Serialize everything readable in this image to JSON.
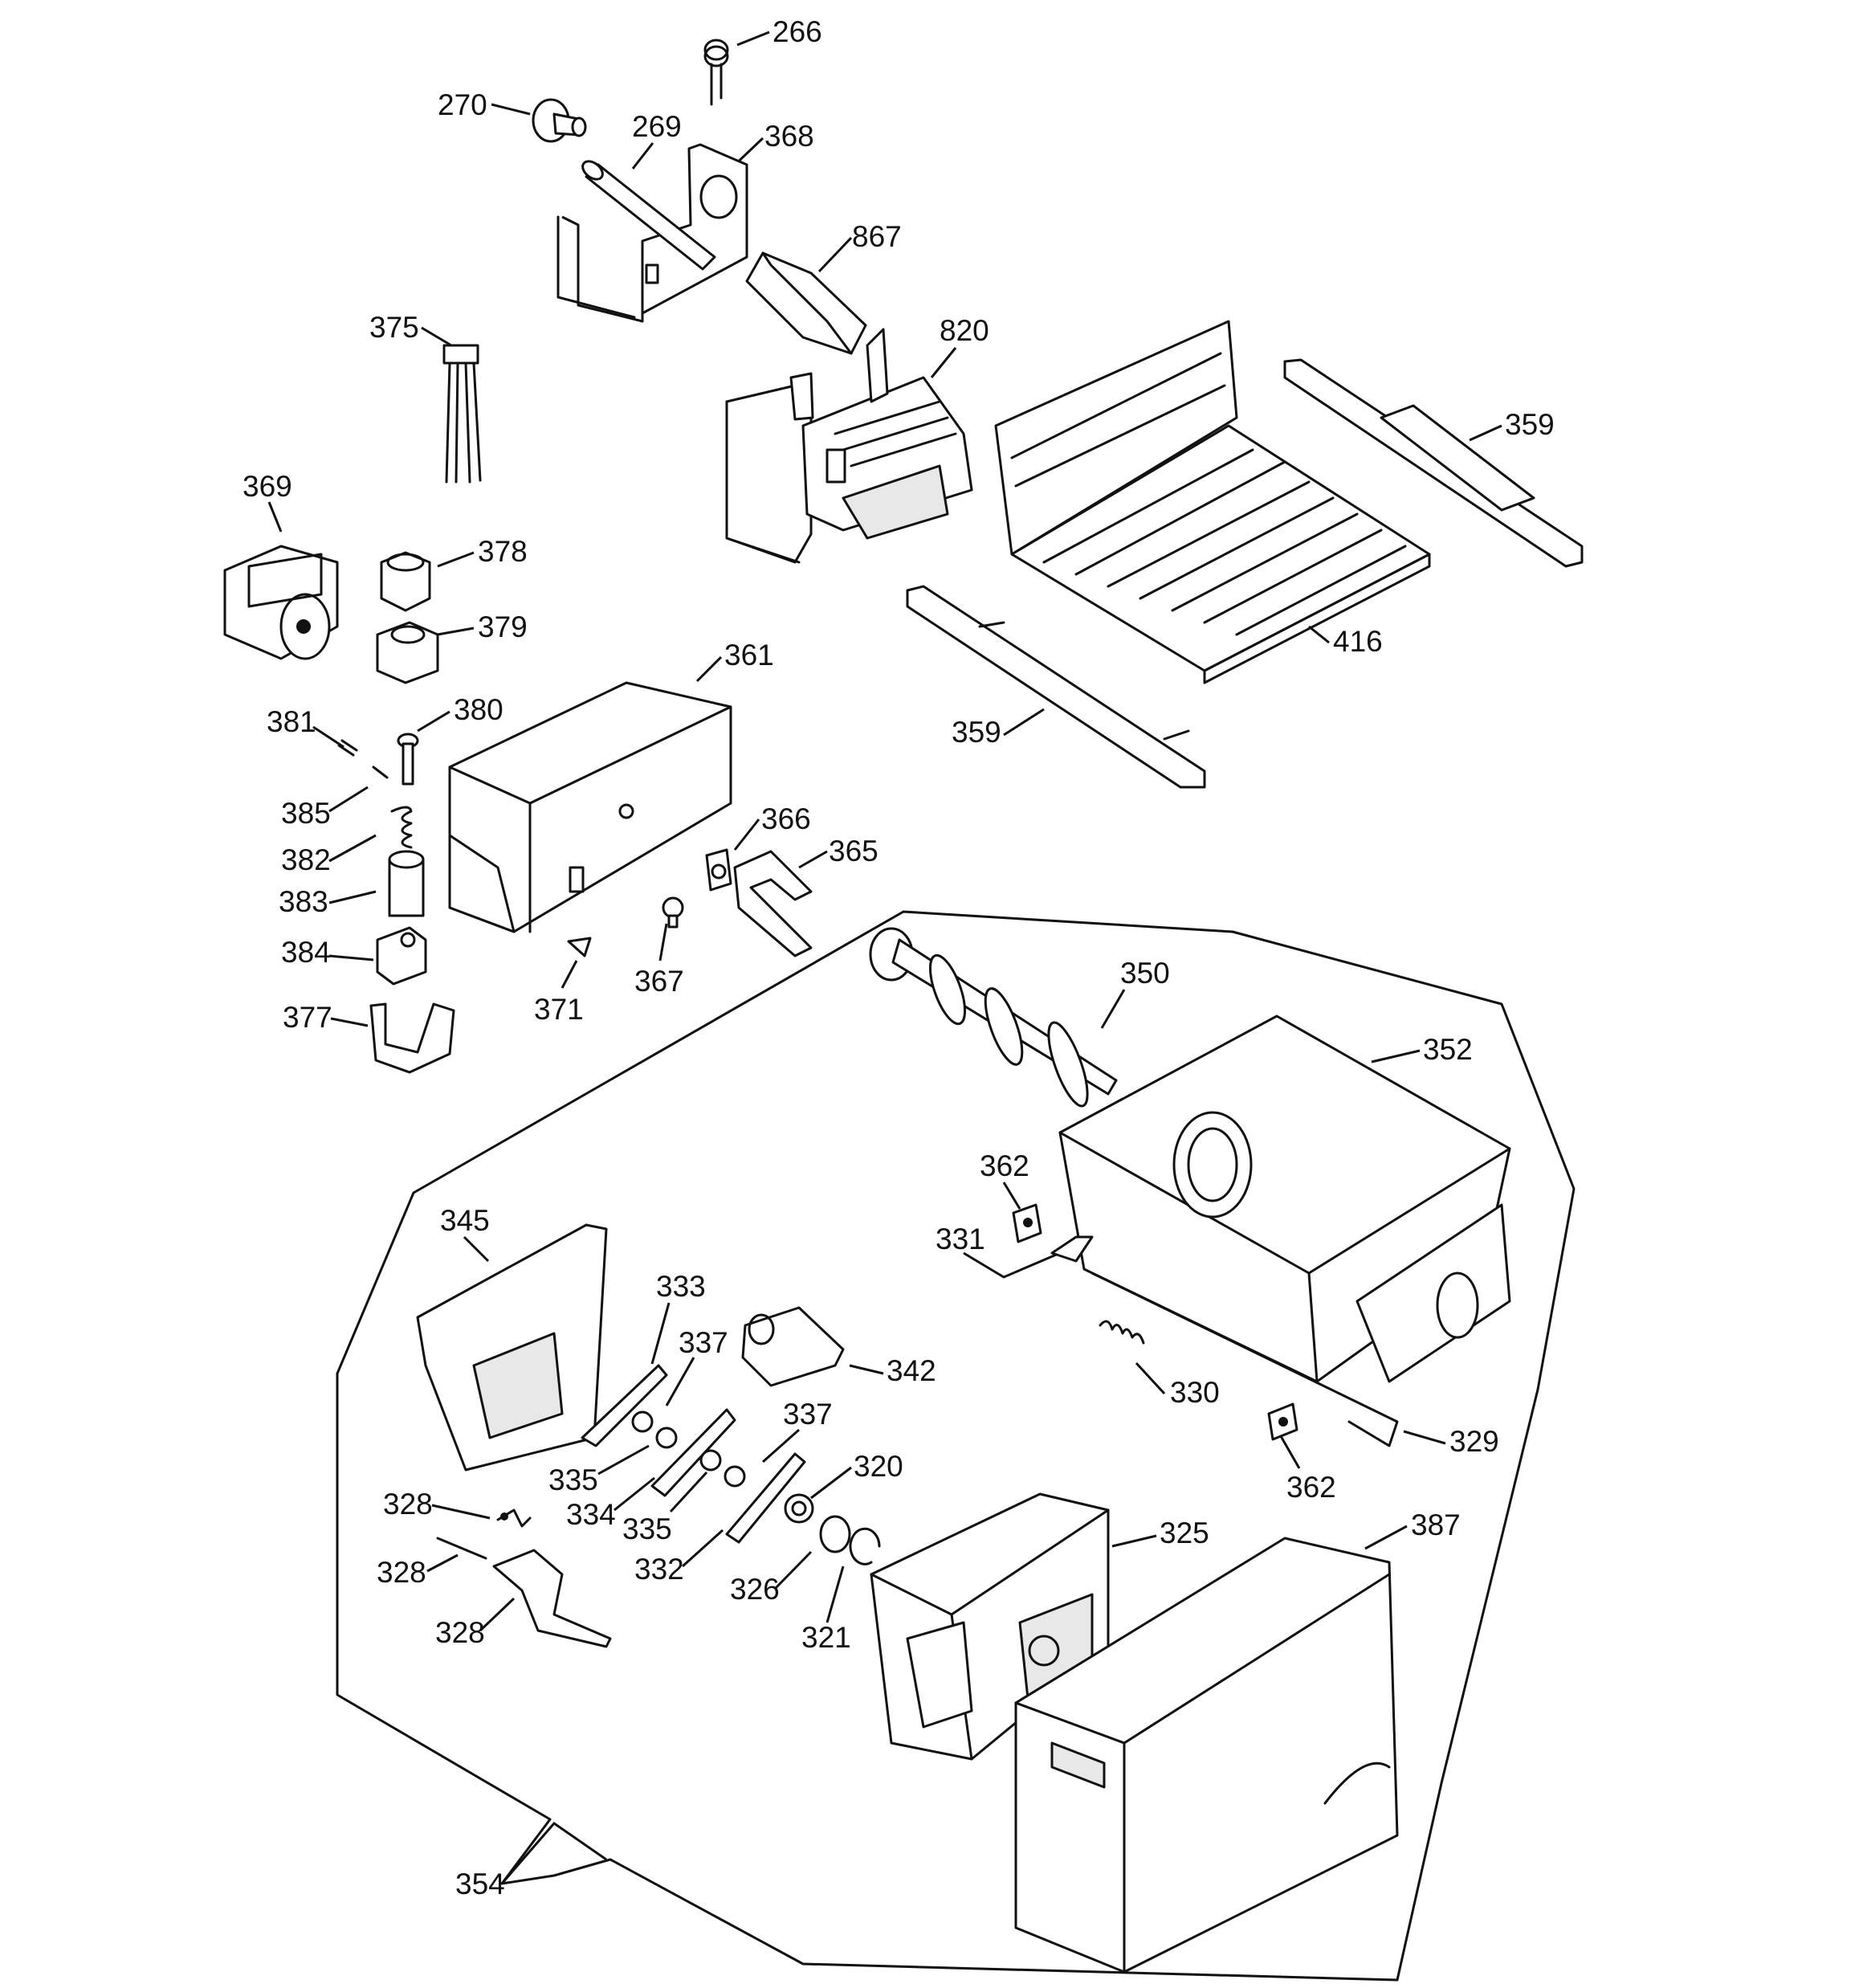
{
  "diagram": {
    "callouts": [
      {
        "id": "266",
        "text": "266"
      },
      {
        "id": "270",
        "text": "270"
      },
      {
        "id": "269",
        "text": "269"
      },
      {
        "id": "368",
        "text": "368"
      },
      {
        "id": "867",
        "text": "867"
      },
      {
        "id": "820",
        "text": "820"
      },
      {
        "id": "375",
        "text": "375"
      },
      {
        "id": "359a",
        "text": "359"
      },
      {
        "id": "369",
        "text": "369"
      },
      {
        "id": "378",
        "text": "378"
      },
      {
        "id": "379",
        "text": "379"
      },
      {
        "id": "416",
        "text": "416"
      },
      {
        "id": "361",
        "text": "361"
      },
      {
        "id": "381",
        "text": "381"
      },
      {
        "id": "380",
        "text": "380"
      },
      {
        "id": "359b",
        "text": "359"
      },
      {
        "id": "385",
        "text": "385"
      },
      {
        "id": "366",
        "text": "366"
      },
      {
        "id": "365",
        "text": "365"
      },
      {
        "id": "382",
        "text": "382"
      },
      {
        "id": "383",
        "text": "383"
      },
      {
        "id": "384",
        "text": "384"
      },
      {
        "id": "350",
        "text": "350"
      },
      {
        "id": "367",
        "text": "367"
      },
      {
        "id": "371",
        "text": "371"
      },
      {
        "id": "377",
        "text": "377"
      },
      {
        "id": "352",
        "text": "352"
      },
      {
        "id": "362a",
        "text": "362"
      },
      {
        "id": "345",
        "text": "345"
      },
      {
        "id": "331",
        "text": "331"
      },
      {
        "id": "333",
        "text": "333"
      },
      {
        "id": "337a",
        "text": "337"
      },
      {
        "id": "342",
        "text": "342"
      },
      {
        "id": "330",
        "text": "330"
      },
      {
        "id": "337b",
        "text": "337"
      },
      {
        "id": "329",
        "text": "329"
      },
      {
        "id": "335a",
        "text": "335"
      },
      {
        "id": "362b",
        "text": "362"
      },
      {
        "id": "320",
        "text": "320"
      },
      {
        "id": "334",
        "text": "334"
      },
      {
        "id": "335b",
        "text": "335"
      },
      {
        "id": "328a",
        "text": "328"
      },
      {
        "id": "325",
        "text": "325"
      },
      {
        "id": "387",
        "text": "387"
      },
      {
        "id": "328b",
        "text": "328"
      },
      {
        "id": "332",
        "text": "332"
      },
      {
        "id": "326",
        "text": "326"
      },
      {
        "id": "328c",
        "text": "328"
      },
      {
        "id": "321",
        "text": "321"
      },
      {
        "id": "354",
        "text": "354"
      }
    ]
  }
}
